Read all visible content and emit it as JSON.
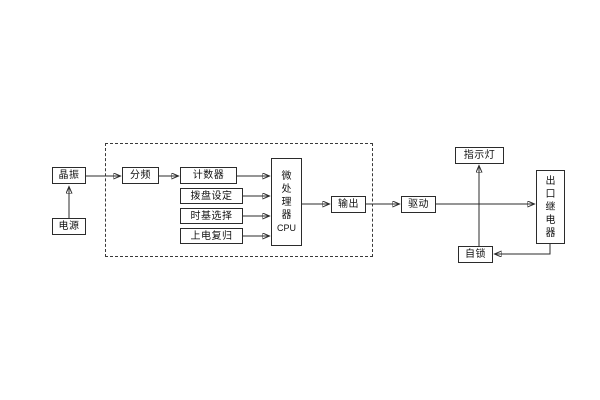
{
  "diagram": {
    "title": "relay-timer-block-diagram",
    "blocks": {
      "crystal": "晶振",
      "power": "电源",
      "divider": "分频",
      "counter": "计数器",
      "dial_setting": "拨盘设定",
      "timebase_select": "时基选择",
      "power_on_reset": "上电复归",
      "cpu_main": "微处理器",
      "cpu_sub": "CPU",
      "output": "输出",
      "drive": "驱动",
      "indicator_lamp": "指示灯",
      "outlet_relay": "出口继电器",
      "self_lock": "自锁"
    },
    "colors": {
      "line": "#2b2b2b",
      "box_border": "#2b2b2b",
      "background": "#ffffff",
      "text": "#111111"
    }
  }
}
